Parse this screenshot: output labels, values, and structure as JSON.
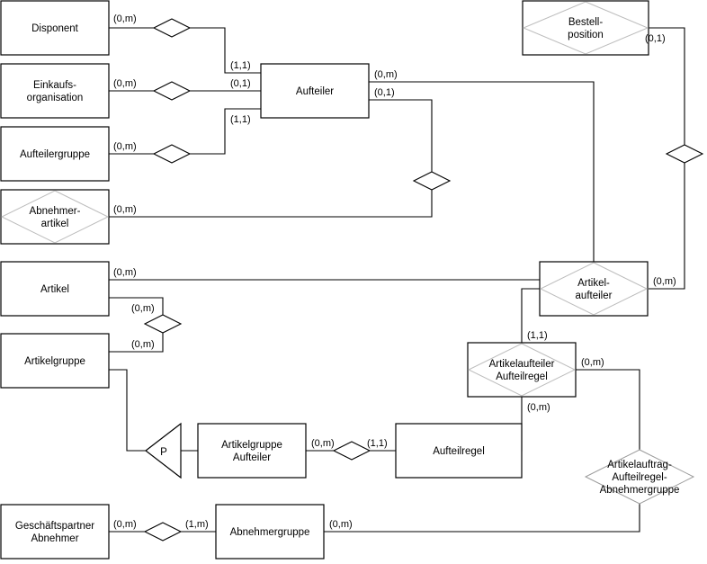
{
  "entities": [
    {
      "id": "disponent",
      "lines": [
        "Disponent"
      ],
      "weak": false
    },
    {
      "id": "einkaufsorganisation",
      "lines": [
        "Einkaufs-",
        "organisation"
      ],
      "weak": false
    },
    {
      "id": "aufteilergruppe",
      "lines": [
        "Aufteilergruppe"
      ],
      "weak": false
    },
    {
      "id": "abnehmerartikel",
      "lines": [
        "Abnehmer-",
        "artikel"
      ],
      "weak": true
    },
    {
      "id": "artikel",
      "lines": [
        "Artikel"
      ],
      "weak": false
    },
    {
      "id": "artikelgruppe",
      "lines": [
        "Artikelgruppe"
      ],
      "weak": false
    },
    {
      "id": "geschaeftspartner-abnehmer",
      "lines": [
        "Geschäftspartner",
        "Abnehmer"
      ],
      "weak": false
    },
    {
      "id": "aufteiler",
      "lines": [
        "Aufteiler"
      ],
      "weak": false
    },
    {
      "id": "bestellposition",
      "lines": [
        "Bestell-",
        "position"
      ],
      "weak": true
    },
    {
      "id": "artikelaufteiler",
      "lines": [
        "Artikel-",
        "aufteiler"
      ],
      "weak": true
    },
    {
      "id": "artikelaufteiler-aufteilregel",
      "lines": [
        "Artikelaufteiler",
        "Aufteilregel"
      ],
      "weak": true
    },
    {
      "id": "artikelgruppe-aufteiler",
      "lines": [
        "Artikelgruppe",
        "Aufteiler"
      ],
      "weak": false
    },
    {
      "id": "aufteilregel",
      "lines": [
        "Aufteilregel"
      ],
      "weak": false
    },
    {
      "id": "abnehmergruppe",
      "lines": [
        "Abnehmergruppe"
      ],
      "weak": false
    }
  ],
  "relationships": [
    {
      "id": "disponent-aufteiler",
      "label": ""
    },
    {
      "id": "einkaufsorganisation-aufteiler",
      "label": ""
    },
    {
      "id": "aufteilergruppe-aufteiler",
      "label": ""
    },
    {
      "id": "abnehmerartikel-aufteiler",
      "label": ""
    },
    {
      "id": "bestellposition-artikelaufteiler",
      "label": ""
    },
    {
      "id": "artikel-artikelgruppe",
      "label": ""
    },
    {
      "id": "artikelgruppe-aufteiler-aufteilregel",
      "label": ""
    },
    {
      "id": "geschaeftspartner-abnehmergruppe",
      "label": ""
    },
    {
      "id": "artikelauftrag-aufteilregel-abnehmergruppe",
      "label": "",
      "lines": [
        "Artikelauftrag-",
        "Aufteilregel-",
        "Abnehmergruppe"
      ]
    }
  ],
  "specialization": {
    "id": "artikelgruppe-partition",
    "label": "P"
  },
  "cardinalities": [
    {
      "id": "c-disponent",
      "text": "(0,m)"
    },
    {
      "id": "c-aufteiler-disponent",
      "text": "(1,1)"
    },
    {
      "id": "c-einkaufsorganisation",
      "text": "(0,m)"
    },
    {
      "id": "c-aufteiler-einkaufsorganisation",
      "text": "(0,1)"
    },
    {
      "id": "c-aufteilergruppe",
      "text": "(0,m)"
    },
    {
      "id": "c-aufteiler-aufteilergruppe",
      "text": "(1,1)"
    },
    {
      "id": "c-abnehmerartikel",
      "text": "(0,m)"
    },
    {
      "id": "c-aufteiler-artikelaufteiler",
      "text": "(0,m)"
    },
    {
      "id": "c-aufteiler-abnehmerartikel",
      "text": "(0,1)"
    },
    {
      "id": "c-bestellposition",
      "text": "(0,1)"
    },
    {
      "id": "c-artikel",
      "text": "(0,m)"
    },
    {
      "id": "c-artikelaufteiler-bestellposition",
      "text": "(0,m)"
    },
    {
      "id": "c-artikel-artikelgruppe",
      "text": "(0,m)"
    },
    {
      "id": "c-artikelgruppe-artikel",
      "text": "(0,m)"
    },
    {
      "id": "c-artikelaufteiler-aufteilregel-top",
      "text": "(1,1)"
    },
    {
      "id": "c-artikelaufteiler-aufteilregel-right",
      "text": "(0,m)"
    },
    {
      "id": "c-artikelaufteiler-aufteilregel-bottom",
      "text": "(0,m)"
    },
    {
      "id": "c-artikelgruppe-aufteiler",
      "text": "(0,m)"
    },
    {
      "id": "c-aufteilregel",
      "text": "(1,1)"
    },
    {
      "id": "c-geschaeftspartner",
      "text": "(0,m)"
    },
    {
      "id": "c-abnehmergruppe-geschaeftspartner",
      "text": "(1,m)"
    },
    {
      "id": "c-abnehmergruppe",
      "text": "(0,m)"
    }
  ]
}
